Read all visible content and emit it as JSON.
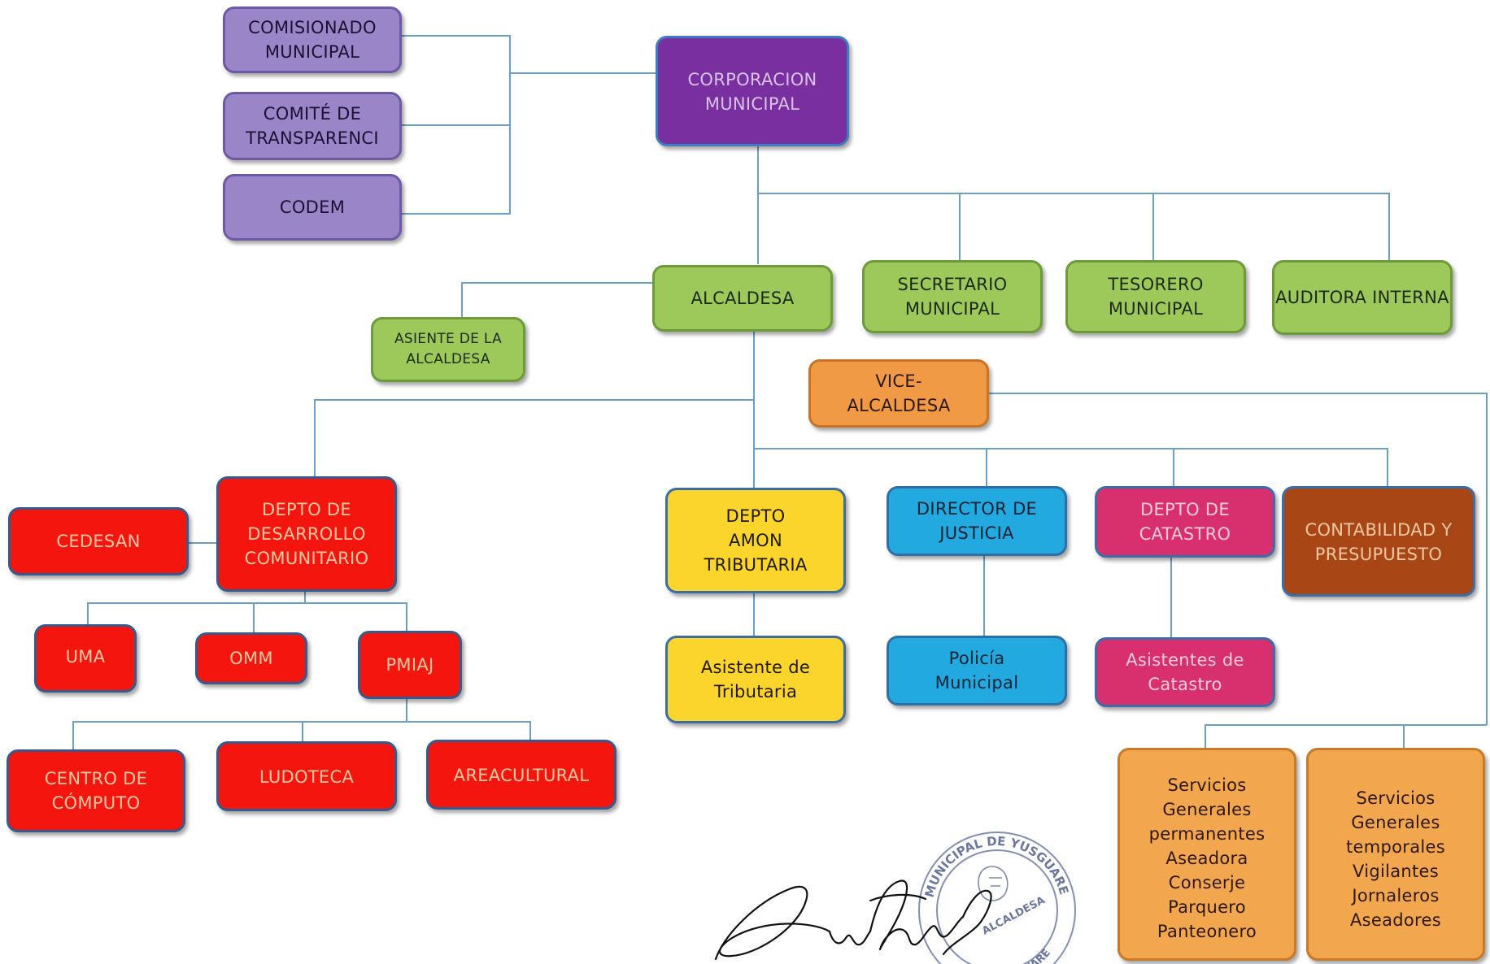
{
  "nodes": {
    "comisionado": "COMISIONADO MUNICIPAL",
    "comite": "COMITÉ DE TRANSPARENCI",
    "codem": "CODEM",
    "corporacion": "CORPORACION MUNICIPAL",
    "alcaldesa": "ALCALDESA",
    "secretario": "SECRETARIO MUNICIPAL",
    "tesorero": "TESORERO MUNICIPAL",
    "auditora": "AUDITORA INTERNA",
    "asiente": "ASIENTE DE LA ALCALDESA",
    "vice": "VICE- ALCALDESA",
    "cedesan": "CEDESAN",
    "depto_desarrollo": "DEPTO DE DESARROLLO COMUNITARIO",
    "depto_tributaria": "DEPTO AMON TRIBUTARIA",
    "director_justicia": "DIRECTOR DE JUSTICIA",
    "depto_catastro": "DEPTO DE CATASTRO",
    "contabilidad": "CONTABILIDAD Y PRESUPUESTO",
    "uma": "UMA",
    "omm": "OMM",
    "pmiaj": "PMIAJ",
    "asistente_tributaria": "Asistente de Tributaria",
    "policia": "Policía Municipal",
    "asistentes_catastro": "Asistentes de Catastro",
    "centro_computo": "CENTRO DE CÓMPUTO",
    "ludoteca": "LUDOTECA",
    "areacultural": "AREACULTURAL",
    "servicios_permanentes": "Servicios Generales permanentes Aseadora Conserje Parquero Panteonero",
    "servicios_temporales": "Servicios Generales temporales Vigilantes Jornaleros Aseadores"
  },
  "stamp": {
    "top_text": "MUNICIPAL DE YUSGUARE",
    "inner_text": "ALCALDESA",
    "bottom_text": "DE YUSGUARE"
  },
  "colors": {
    "connector": "#6aa0c8",
    "purple_light": "#9a85c9",
    "purple_dark": "#7a2fa0",
    "green": "#9cc95a",
    "orange": "#f09a45",
    "red": "#f4150f",
    "yellow": "#fcd52c",
    "blue": "#22aae0",
    "magenta": "#d8306e",
    "brown": "#a94615"
  }
}
